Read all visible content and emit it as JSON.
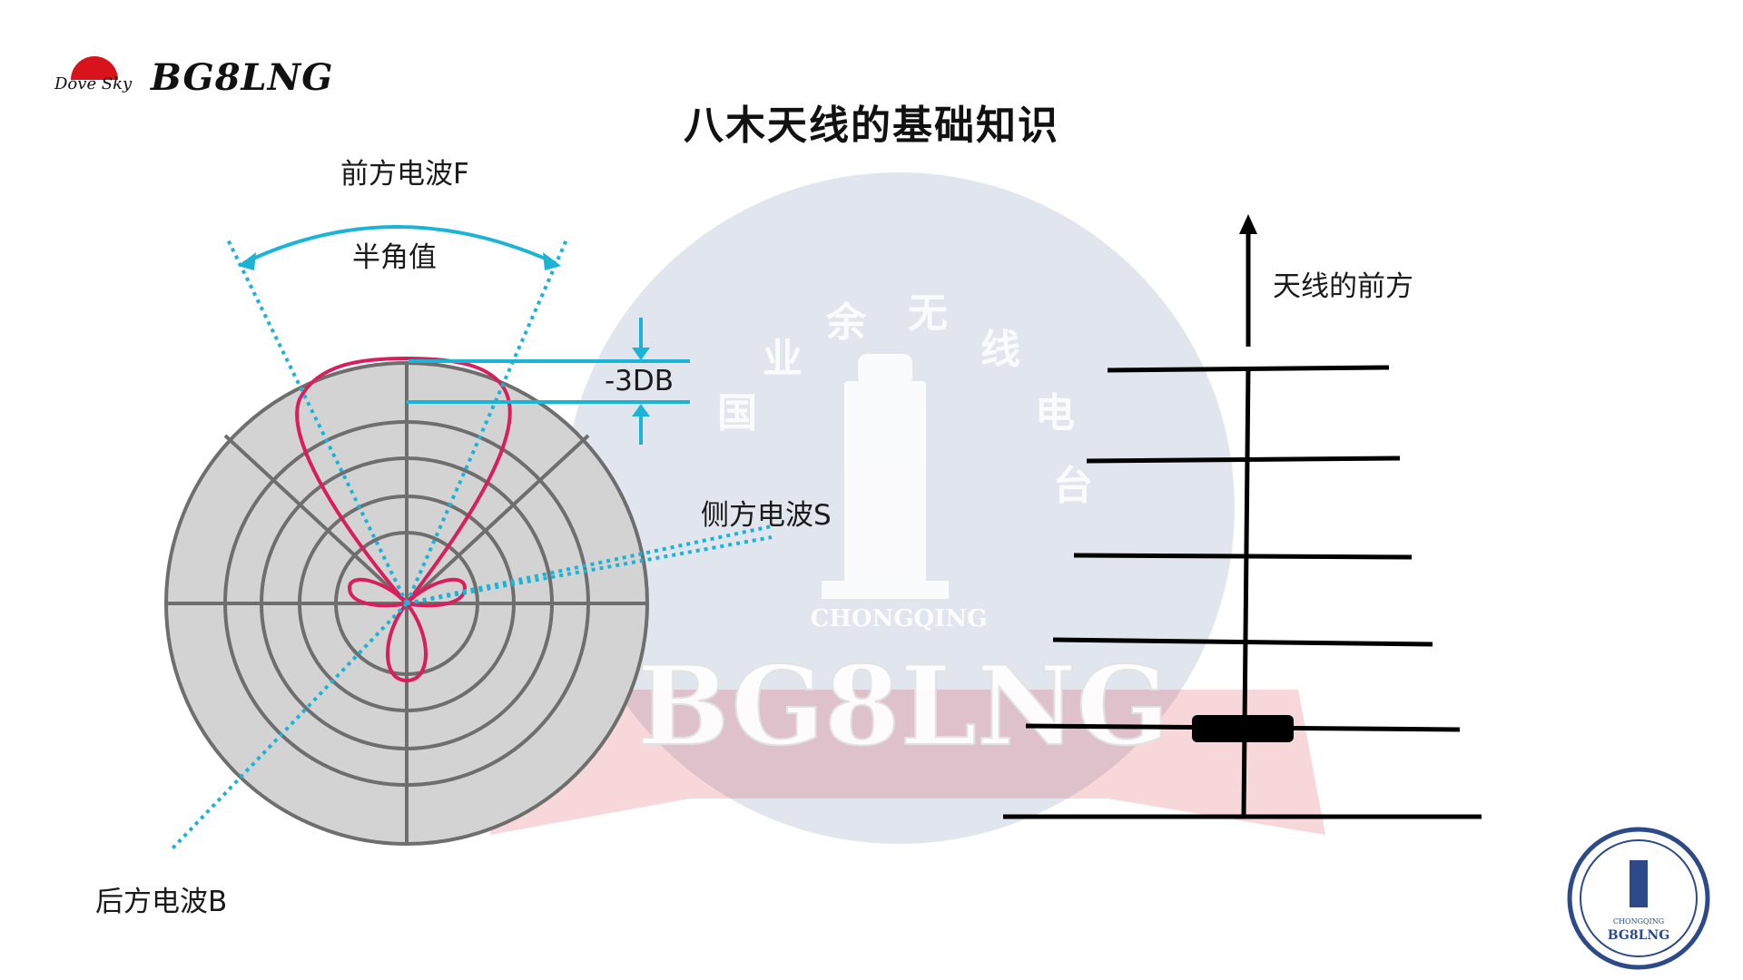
{
  "title": "八木天线的基础知识",
  "brand": {
    "logo_script": "Dove Sky",
    "logo_callsign": "BG8LNG"
  },
  "polar_diagram": {
    "front_wave": "前方电波F",
    "half_angle": "半角值",
    "minus_3db": "-3DB",
    "side_wave": "侧方电波S",
    "back_wave": "后方电波B"
  },
  "antenna_diagram": {
    "front_direction": "天线的前方",
    "element_count": 6
  },
  "watermark": {
    "callsign": "BG8LNG",
    "city": "CHONGQING",
    "club_chars": [
      "国",
      "业",
      "余",
      "无",
      "线",
      "电",
      "台"
    ]
  },
  "seal": {
    "callsign": "BG8LNG",
    "city": "CHONGQING"
  },
  "colors": {
    "pattern": "#d81e5b",
    "guide": "#1bb4d6",
    "polar_fill": "#d3d3d3",
    "polar_line": "#6e6e6e",
    "watermark_navy": "#2c4a8a",
    "watermark_red": "#d2232a"
  }
}
